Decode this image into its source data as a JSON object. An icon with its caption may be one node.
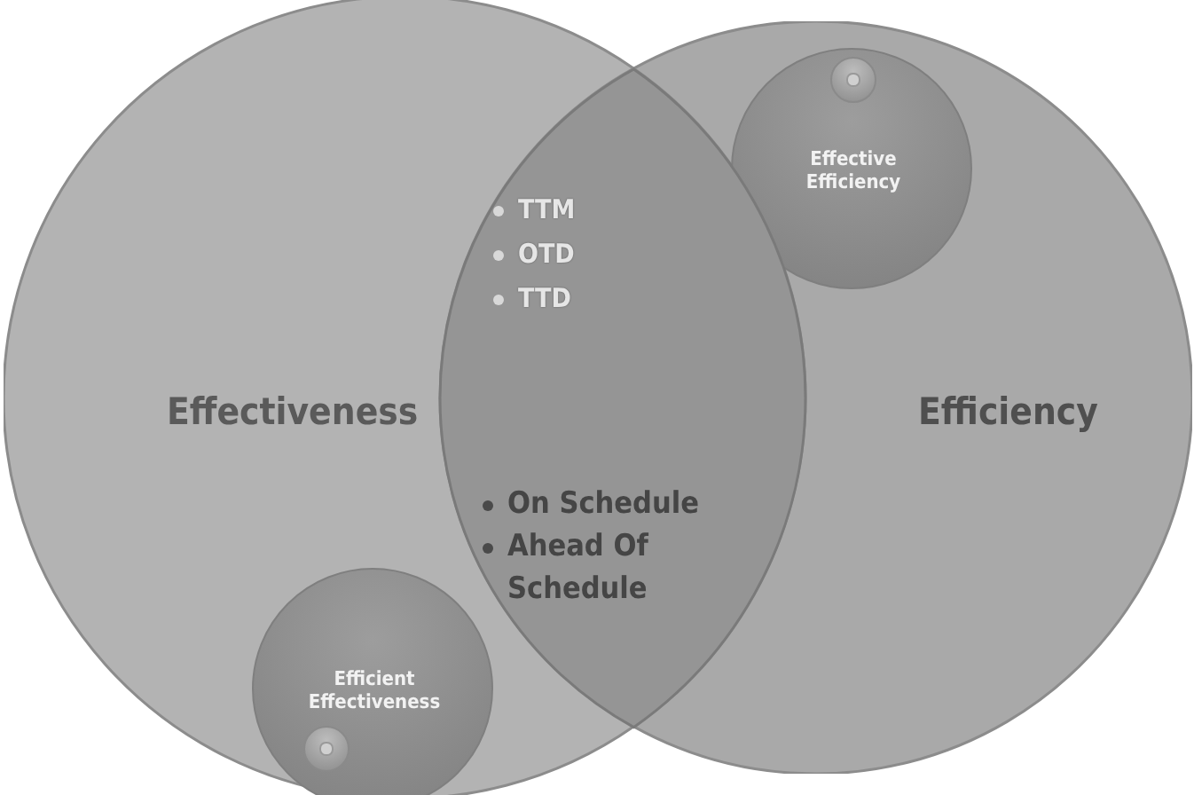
{
  "diagram": {
    "nodes": [
      {
        "text": [
          "Effectiveness"
        ]
      },
      {
        "text": [
          "Efficiency"
        ]
      },
      {
        "text": [
          "TTM",
          "OTD",
          "TTD",
          "On Schedule",
          "Ahead Of Schedule"
        ]
      },
      {
        "text": [
          "Effective Efficiency"
        ],
        "in": 1
      },
      {
        "text": [],
        "shape": "circle",
        "in": 3
      },
      {
        "text": [
          "Efficient Effectiveness"
        ],
        "in": 0
      },
      {
        "text": [],
        "shape": "circle",
        "in": 5
      }
    ],
    "edges": []
  }
}
